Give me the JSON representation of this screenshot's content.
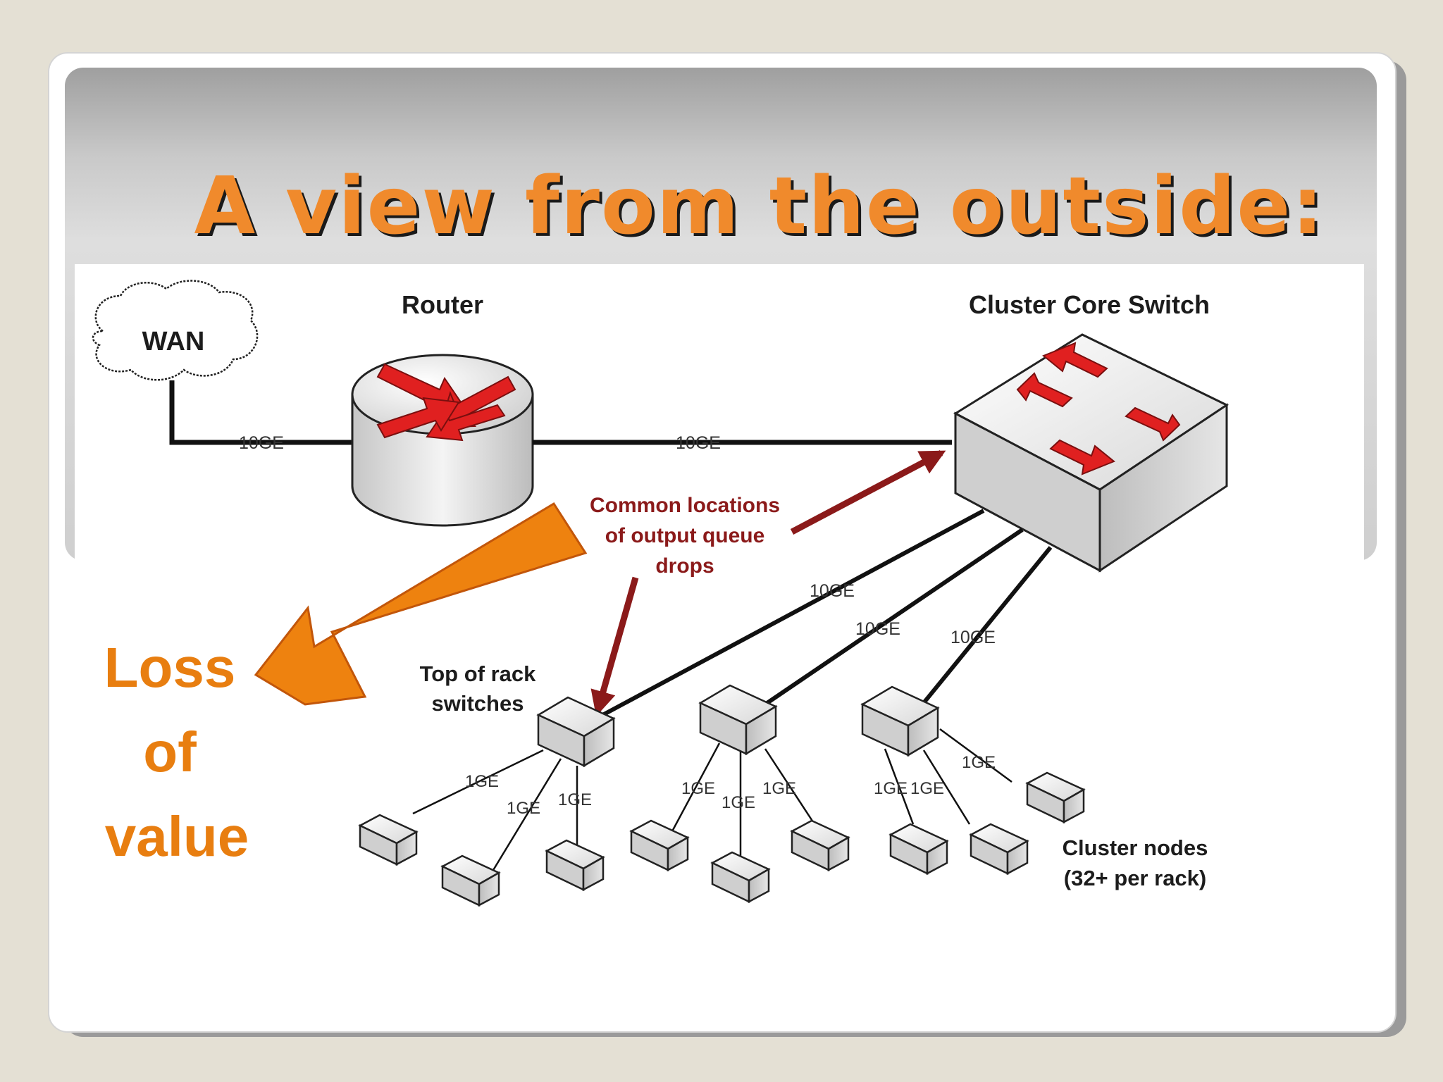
{
  "slide": {
    "title": "A view from the outside:"
  },
  "diagram": {
    "wan_label": "WAN",
    "router_label": "Router",
    "core_switch_label": "Cluster Core Switch",
    "queue_drops_lines": [
      "Common locations",
      "of output queue",
      "drops"
    ],
    "tor_lines": [
      "Top of rack",
      "switches"
    ],
    "nodes_lines": [
      "Cluster nodes",
      "(32+ per rack)"
    ],
    "link_10ge": "10GE",
    "link_1ge": "1GE",
    "callout_lines": [
      "Loss",
      "of",
      "value"
    ]
  },
  "colors": {
    "title_orange": "#f08a2c",
    "callout_orange": "#e87e10",
    "drop_arrow_red": "#8b1a1a",
    "device_arrow_red": "#e02020"
  }
}
